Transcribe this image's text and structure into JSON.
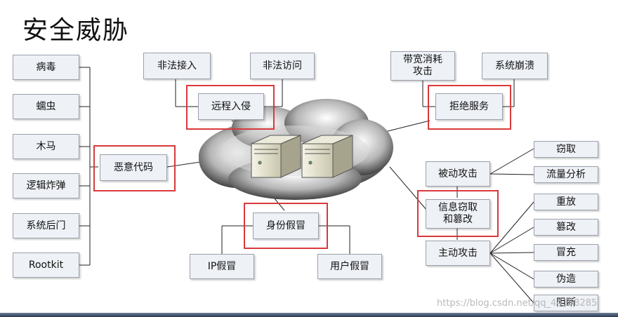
{
  "title": "安全威胁",
  "nodes": {
    "virus": "病毒",
    "worm": "蠕虫",
    "trojan": "木马",
    "logic_bomb": "逻辑炸弹",
    "backdoor": "系统后门",
    "rootkit": "Rootkit",
    "malicious_code": "恶意代码",
    "illegal_access": "非法接入",
    "illegal_visit": "非法访问",
    "remote_intrusion": "远程入侵",
    "bandwidth_attack": "带宽消耗\n攻击",
    "system_crash": "系统崩溃",
    "dos": "拒绝服务",
    "identity_spoof": "身份假冒",
    "ip_spoof": "IP假冒",
    "user_spoof": "用户假冒",
    "passive_attack": "被动攻击",
    "info_theft": "信息窃取\n和篡改",
    "active_attack": "主动攻击",
    "steal": "窃取",
    "traffic_analysis": "流量分析",
    "replay": "重放",
    "tamper": "篡改",
    "impersonate": "冒充",
    "forge": "伪造",
    "block": "阻断"
  },
  "watermark": "https://blog.csdn.net/qq_44158285"
}
